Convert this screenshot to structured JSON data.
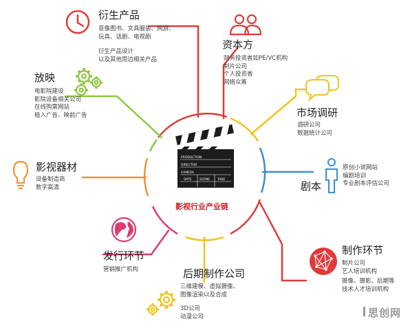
{
  "center": {
    "title": "影视行业产业链",
    "clapper_text": {
      "production": "PRODUCTION",
      "director": "DIRECTOR",
      "camera": "CAMERA",
      "date": "DATE",
      "scene": "SCENE",
      "take": "TAKE"
    }
  },
  "nodes": {
    "derivatives": {
      "title": "衍生产品",
      "lines": [
        "音像图书、文具服装、网游、",
        "玩具、话剧、电视剧"
      ],
      "lines2": [
        "衍生产品设计",
        "以及其他周边相关产品"
      ],
      "icon": "clock-icon",
      "color": "#e03a3a"
    },
    "capital": {
      "title": "资本方",
      "lines": [
        "财务投资者如PE/VC机构",
        "制片公司",
        "个人投资者",
        "网络众筹"
      ],
      "icon": "people-icon",
      "color": "#e03a3a"
    },
    "market_research": {
      "title": "市场调研",
      "lines": [
        "调研公司",
        "数据统计公司"
      ],
      "icon": "speech-bubbles-icon",
      "color": "#f0c419"
    },
    "screenplay": {
      "title": "剧本",
      "lines": [
        "原创小说网站",
        "编剧培训",
        "专业剧本评估公司"
      ],
      "icon": "person-icon",
      "color": "#3a8fd0"
    },
    "production": {
      "title": "制作环节",
      "lines": [
        "制片公司",
        "艺人培训机构"
      ],
      "lines2": [
        "摄像、摄影、后期等",
        "技术人才培训机构"
      ],
      "icon": "network-sphere-icon",
      "color": "#e03a3a"
    },
    "post_production": {
      "title": "后期制作公司",
      "lines": [
        "三维建模、虚拟摄像、",
        "图像渲染以及合成"
      ],
      "lines2": [
        "3D公司",
        "动漫公司"
      ],
      "icon": "gears-icon",
      "color": "#f0c419"
    },
    "distribution": {
      "title": "发行环节",
      "lines": [
        "营销推广机构"
      ],
      "icon": "globe-icon",
      "color": "#e03a6e"
    },
    "equipment": {
      "title": "影视器材",
      "lines": [
        "设备制造商",
        "数字高清"
      ],
      "icon": "lightbulb-icon",
      "color": "#f0923a"
    },
    "screening": {
      "title": "放映",
      "lines": [
        "电影院建设",
        "影院设备相关公司",
        "在线购票网站",
        "植入广告、映前广告"
      ],
      "icon": "gears-icon",
      "color": "#8cc63f"
    }
  },
  "watermark": "思创网"
}
